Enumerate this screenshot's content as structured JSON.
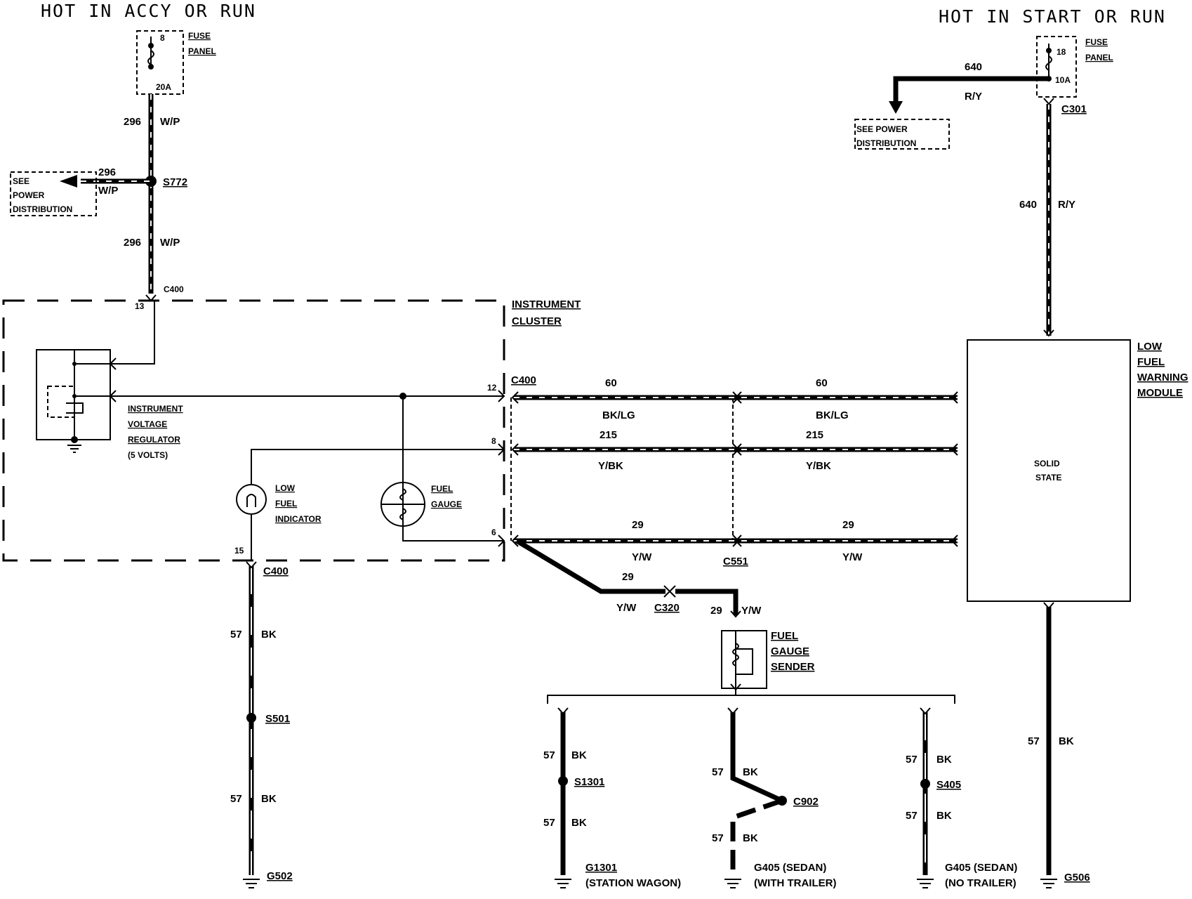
{
  "headers": {
    "left": "HOT IN ACCY OR RUN",
    "right": "HOT IN START OR RUN"
  },
  "fuse_left": {
    "number": "8",
    "rating": "20A",
    "label_line1": "FUSE",
    "label_line2": "PANEL"
  },
  "fuse_right": {
    "number": "18",
    "rating": "10A",
    "label_line1": "FUSE",
    "label_line2": "PANEL"
  },
  "wire_296": {
    "circuit": "296",
    "color": "W/P",
    "splice": "S772",
    "connector": "C400",
    "pin": "13"
  },
  "see_power_left": {
    "line1": "SEE",
    "line2": "POWER",
    "line3": "DISTRIBUTION"
  },
  "see_power_right": {
    "line1": "SEE POWER",
    "line2": "DISTRIBUTION"
  },
  "wire_640": {
    "circuit": "640",
    "color": "R/Y",
    "connector": "C301"
  },
  "cluster": {
    "label_line1": "INSTRUMENT",
    "label_line2": "CLUSTER",
    "ivr_line1": "INSTRUMENT",
    "ivr_line2": "VOLTAGE",
    "ivr_line3": "REGULATOR",
    "ivr_line4": "(5 VOLTS)",
    "lfi_line1": "LOW",
    "lfi_line2": "FUEL",
    "lfi_line3": "INDICATOR",
    "gauge_line1": "FUEL",
    "gauge_line2": "GAUGE",
    "pin_12": "12",
    "pin_8": "8",
    "pin_6": "6",
    "pin_15": "15",
    "connector_right": "C400",
    "connector_bottom": "C400"
  },
  "wire_60": {
    "circuit": "60",
    "color": "BK/LG"
  },
  "wire_215": {
    "circuit": "215",
    "color": "Y/BK"
  },
  "wire_29": {
    "circuit": "29",
    "color": "Y/W",
    "connector_mid": "C551",
    "connector_sender": "C320"
  },
  "module": {
    "line1": "LOW",
    "line2": "FUEL",
    "line3": "WARNING",
    "line4": "MODULE",
    "inner1": "SOLID",
    "inner2": "STATE"
  },
  "sender": {
    "line1": "FUEL",
    "line2": "GAUGE",
    "line3": "SENDER"
  },
  "grounds": {
    "circuit": "57",
    "color": "BK",
    "s501": "S501",
    "g502": "G502",
    "s1301": "S1301",
    "g1301": "G1301",
    "g1301_note": "(STATION WAGON)",
    "c902": "C902",
    "g405a": "G405 (SEDAN)",
    "g405a_note": "(WITH TRAILER)",
    "s405": "S405",
    "g405b": "G405 (SEDAN)",
    "g405b_note": "(NO TRAILER)",
    "g506": "G506"
  }
}
